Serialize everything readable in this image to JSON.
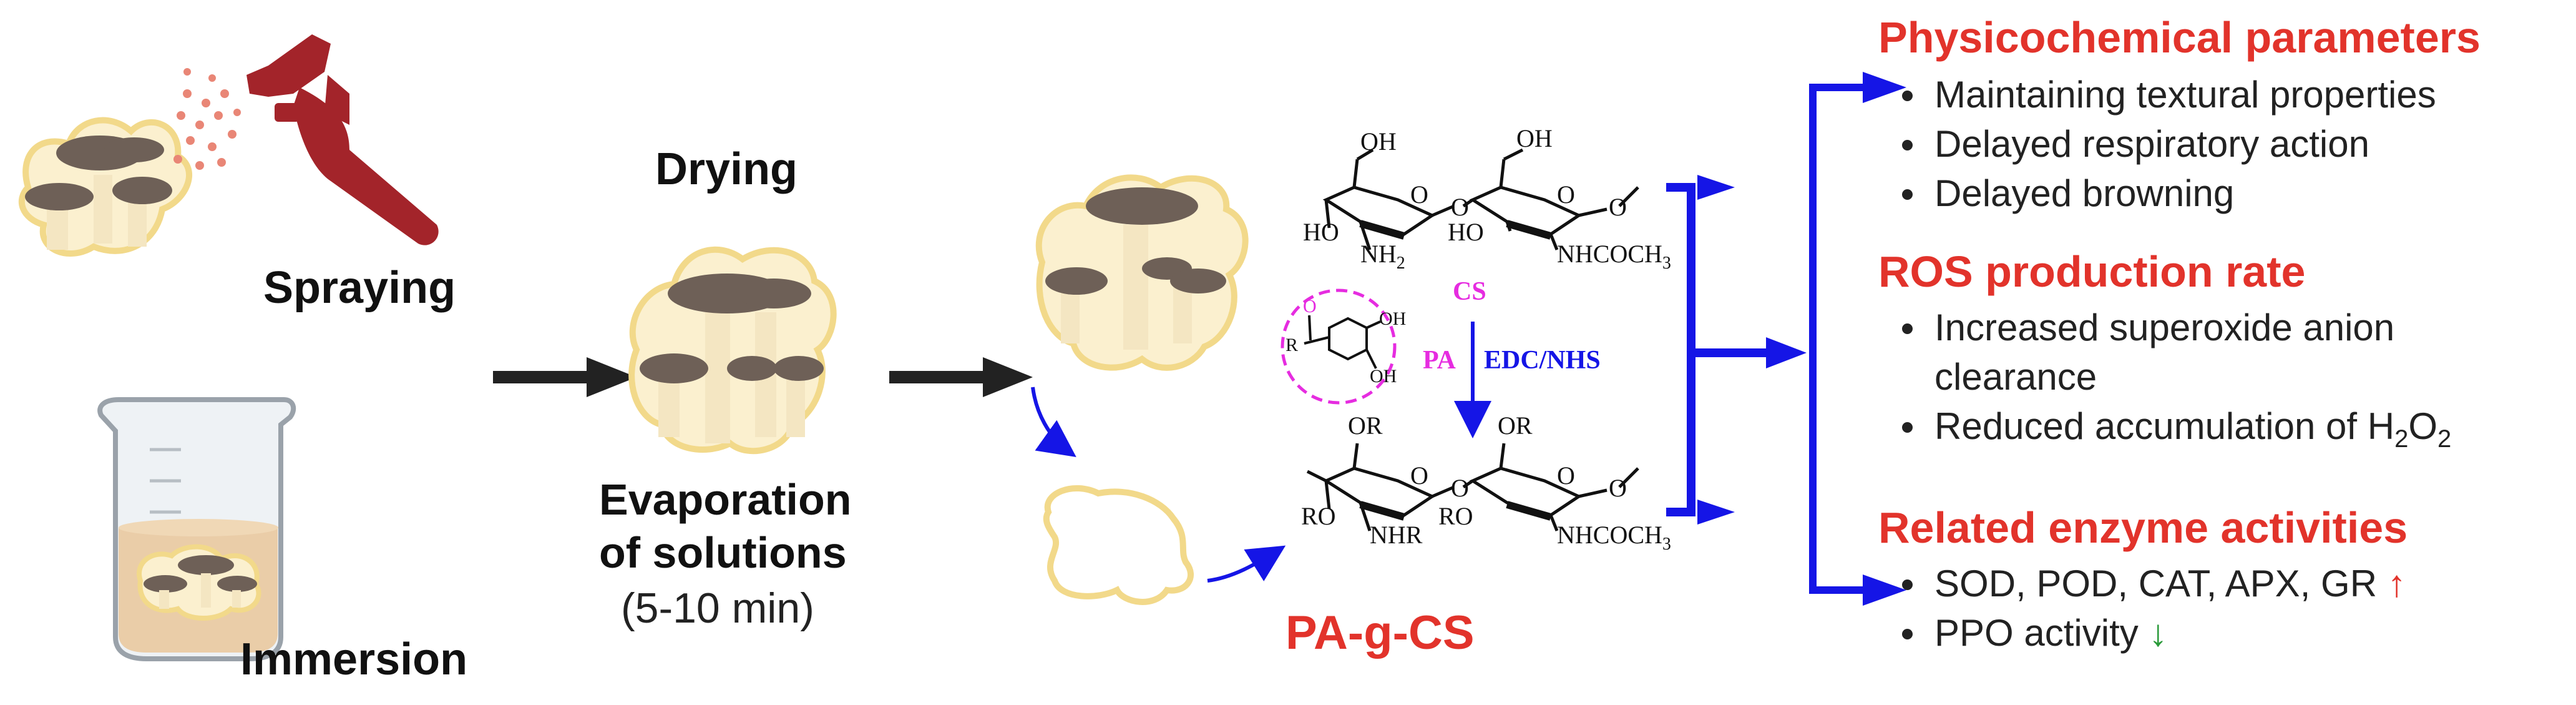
{
  "left": {
    "spraying": "Spraying",
    "immersion": "Immersion",
    "drying": "Drying",
    "evaporation_line1": "Evaporation",
    "evaporation_line2": "of solutions",
    "evaporation_time": "(5-10 min)"
  },
  "chemistry": {
    "top_oh1": "OH",
    "top_oh2": "OH",
    "top_ho1": "HO",
    "top_ho2": "HO",
    "top_nh2": "NH",
    "top_nh2_sub": "2",
    "top_nhcoch3": "NHCOCH",
    "top_nhcoch3_sub": "3",
    "ring_o": "O",
    "bridge_o": "O",
    "cs": "CS",
    "pa": "PA",
    "edc_nhs": "EDC/NHS",
    "pa_r": "R",
    "pa_o": "O",
    "pa_oh1": "OH",
    "pa_oh2": "OH",
    "bot_or1": "OR",
    "bot_or2": "OR",
    "bot_ro1": "RO",
    "bot_ro2": "RO",
    "bot_nhr": "NHR",
    "bot_nhcoch3": "NHCOCH",
    "bot_nhcoch3_sub": "3",
    "product": "PA-g-CS"
  },
  "results": {
    "physico": {
      "title": "Physicochemical parameters",
      "items": [
        "Maintaining textural properties",
        "Delayed respiratory action",
        "Delayed browning"
      ]
    },
    "ros": {
      "title": "ROS production rate",
      "items": [
        "Increased superoxide anion clearance",
        "Reduced accumulation of H"
      ],
      "h2o2_sub1": "2",
      "h2o2_o": "O",
      "h2o2_sub2": "2"
    },
    "enzyme": {
      "title": "Related enzyme activities",
      "items": [
        "SOD, POD, CAT, APX, GR",
        "PPO activity"
      ],
      "up_arrow": "↑",
      "down_arrow": "↓"
    }
  },
  "colors": {
    "arrow_black": "#222222",
    "arrow_blue": "#1515e6",
    "title_red": "#e2332b",
    "magenta": "#e62ce0",
    "bottle_red": "#a3242a",
    "mushroom_cap": "#6e6057",
    "outline_yellow": "#f2d98a",
    "up_red": "#e2332b",
    "down_green": "#2a9a3a"
  }
}
